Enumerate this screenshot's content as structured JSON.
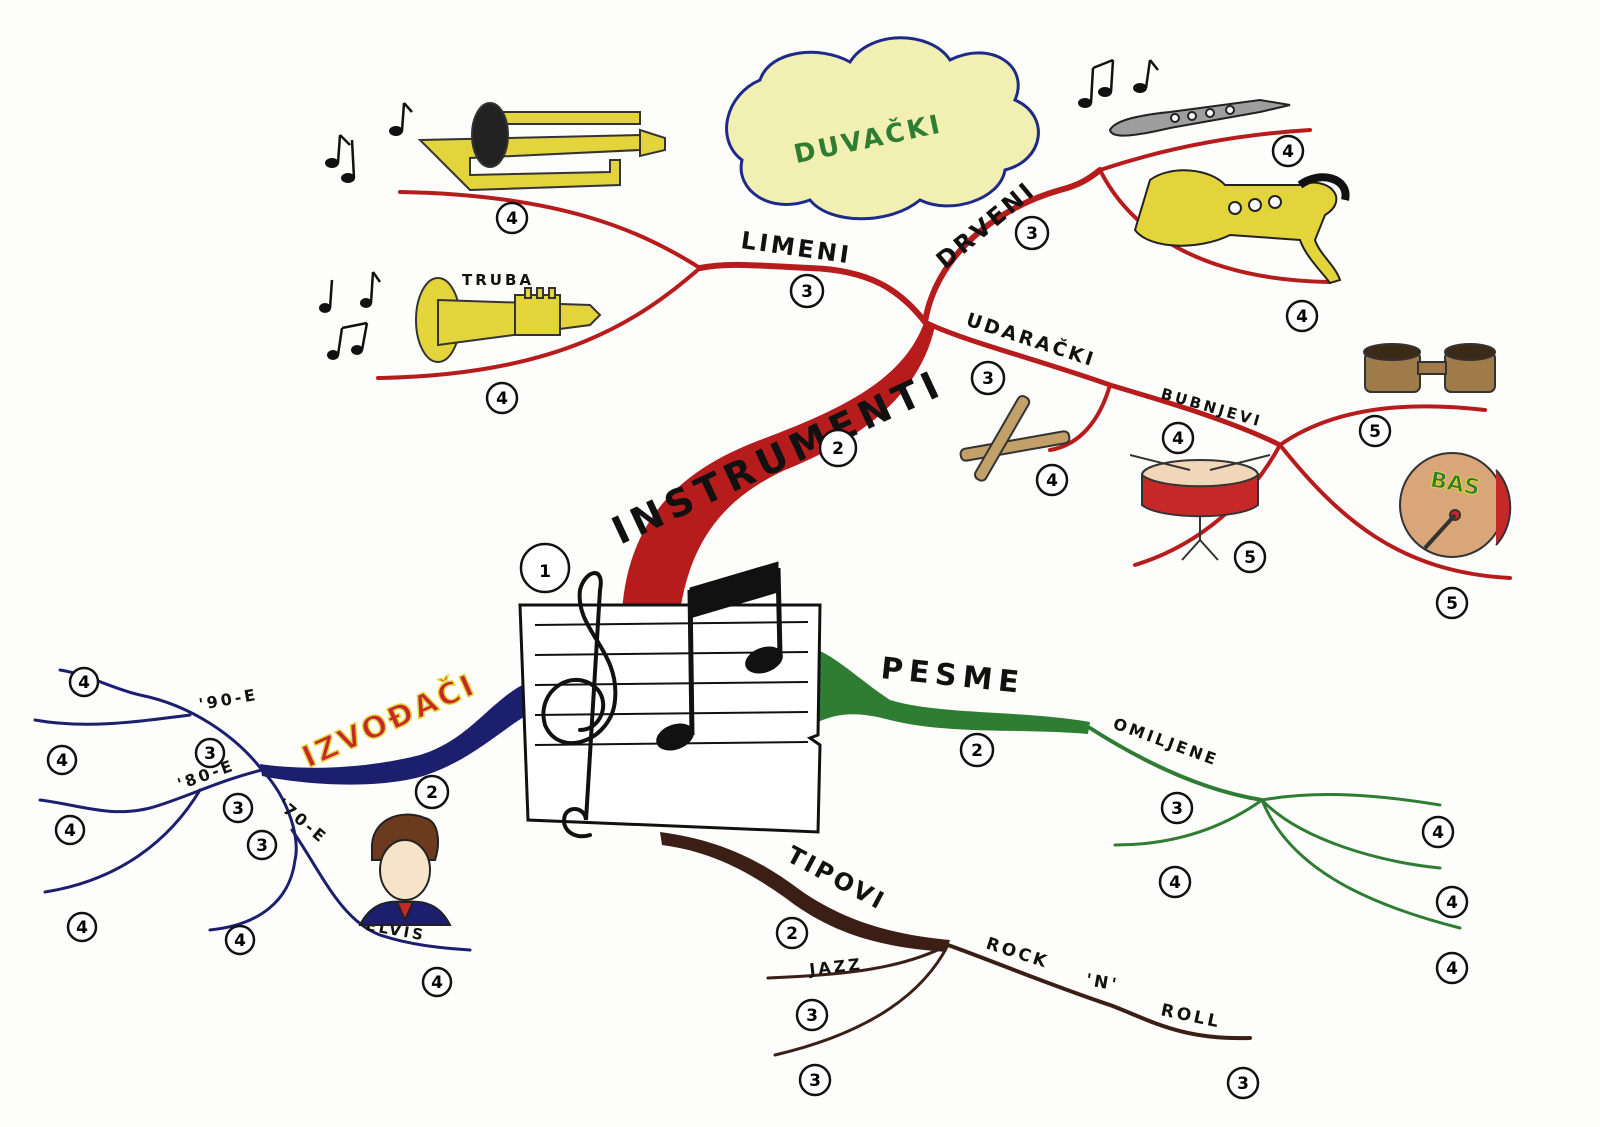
{
  "colors": {
    "red_branch": "#b71c1c",
    "blue_branch": "#1b1f6e",
    "green_branch": "#2e7d32",
    "brown_branch": "#3b1f17",
    "cloud_fill": "#f2efb2",
    "cloud_outline": "#1e2a8a",
    "instrument_gold": "#e3d43c"
  },
  "center": {
    "number": "1",
    "icon": "sheet-music-treble-clef"
  },
  "instruments": {
    "label": "INSTRUMENTI",
    "number": "2",
    "duvacki": {
      "cloud_label": "DUVAČKI"
    },
    "limeni": {
      "label": "LIMENI",
      "number": "3",
      "trombon": {
        "label": "TROMBON",
        "number": "4"
      },
      "truba": {
        "label": "TRUBA",
        "number": "4"
      }
    },
    "drveni": {
      "label": "DRVENI",
      "number": "3",
      "klarinet": {
        "number": "4"
      },
      "saksofon": {
        "number": "4"
      }
    },
    "udaracki": {
      "label": "UDARAČKI",
      "number": "3",
      "stapici": {
        "number": "4"
      },
      "bubnjevi": {
        "label": "BUBNJEVI",
        "number": "4",
        "bongos": {
          "number": "5"
        },
        "snare": {
          "number": "5"
        },
        "bas": {
          "label": "BAS",
          "number": "5"
        }
      }
    }
  },
  "izvodjaci": {
    "label": "IZVOĐAČI",
    "number": "2",
    "e90": {
      "label": "'90-E",
      "number": "3",
      "leaf_numbers": [
        "4",
        "4"
      ]
    },
    "e80": {
      "label": "'80-E",
      "number": "3",
      "leaf_numbers": [
        "4",
        "4"
      ]
    },
    "e70": {
      "label": "'70-E",
      "number": "3",
      "leaf_numbers": [
        "4"
      ]
    },
    "elvis": {
      "label": "ELVIS",
      "number": "4"
    }
  },
  "pesme": {
    "label": "PESME",
    "number": "2",
    "omiljene": {
      "label": "OMILJENE",
      "number": "3",
      "leaf_numbers": [
        "4",
        "4",
        "4",
        "4"
      ]
    }
  },
  "tipovi": {
    "label": "TIPOVI",
    "number": "2",
    "jazz": {
      "label": "JAZZ",
      "number": "3"
    },
    "jazz_lower": {
      "number": "3"
    },
    "rock": {
      "label_parts": [
        "ROCK",
        "'N'",
        "ROLL"
      ],
      "number": "3"
    }
  }
}
